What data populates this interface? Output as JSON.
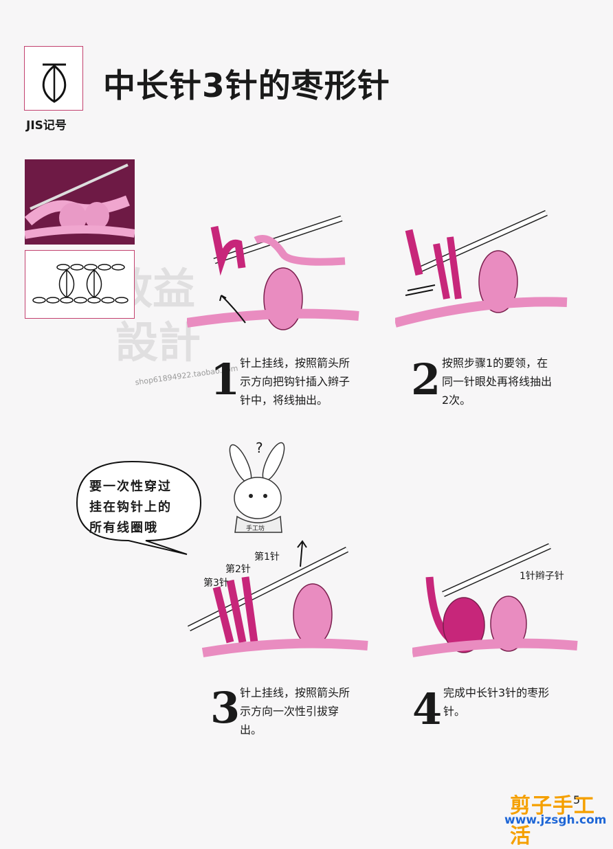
{
  "header": {
    "title": "中长针3针的枣形针",
    "jis_label": "JIS记号"
  },
  "watermark": {
    "line1": "致益",
    "line2": "設計",
    "url": "shop61894922.taobao.com"
  },
  "steps": [
    {
      "number": "1",
      "lines": [
        "针上挂线，按照箭头所",
        "示方向把钩针插入辫子",
        "针中，将线抽出。"
      ]
    },
    {
      "number": "2",
      "lines": [
        "按照步骤1的要领，在",
        "同一针眼处再将线抽出",
        "2次。"
      ]
    },
    {
      "number": "3",
      "lines": [
        "针上挂线，按照箭头所",
        "示方向一次性引拔穿",
        "出。"
      ]
    },
    {
      "number": "4",
      "lines": [
        "完成中长针3针的枣形",
        "针。"
      ]
    }
  ],
  "speech_bubble": {
    "lines": [
      "要一次性穿过",
      "挂在钩针上的",
      "所有线圈哦"
    ]
  },
  "mascot": {
    "question_mark": "?",
    "shirt_text": "手工坊"
  },
  "diagram_labels": {
    "first": "第1针",
    "second": "第2针",
    "third": "第3针",
    "chain": "1针辫子针"
  },
  "footer": {
    "page_number": "5",
    "brand": "剪子手工活",
    "url": "www.jzsgh.com"
  },
  "colors": {
    "accent": "#c2406e",
    "yarn_light": "#e98cc0",
    "yarn_dark": "#c7267a",
    "brand_orange": "#f5a000",
    "brand_blue": "#1e66d6"
  }
}
